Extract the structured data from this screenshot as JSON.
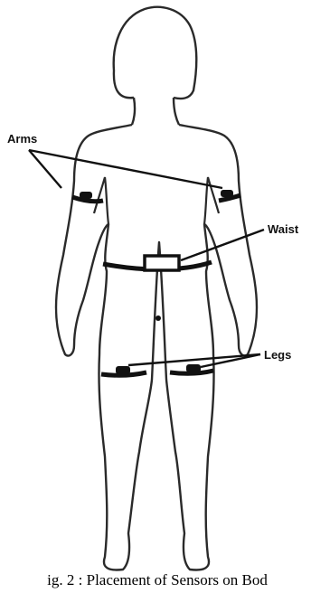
{
  "labels": {
    "arms": "Arms",
    "waist": "Waist",
    "legs": "Legs"
  },
  "caption": "ig. 2 : Placement of Sensors on Bod",
  "colors": {
    "outline": "#2a2a2a",
    "strap": "#111111",
    "background": "#ffffff"
  }
}
